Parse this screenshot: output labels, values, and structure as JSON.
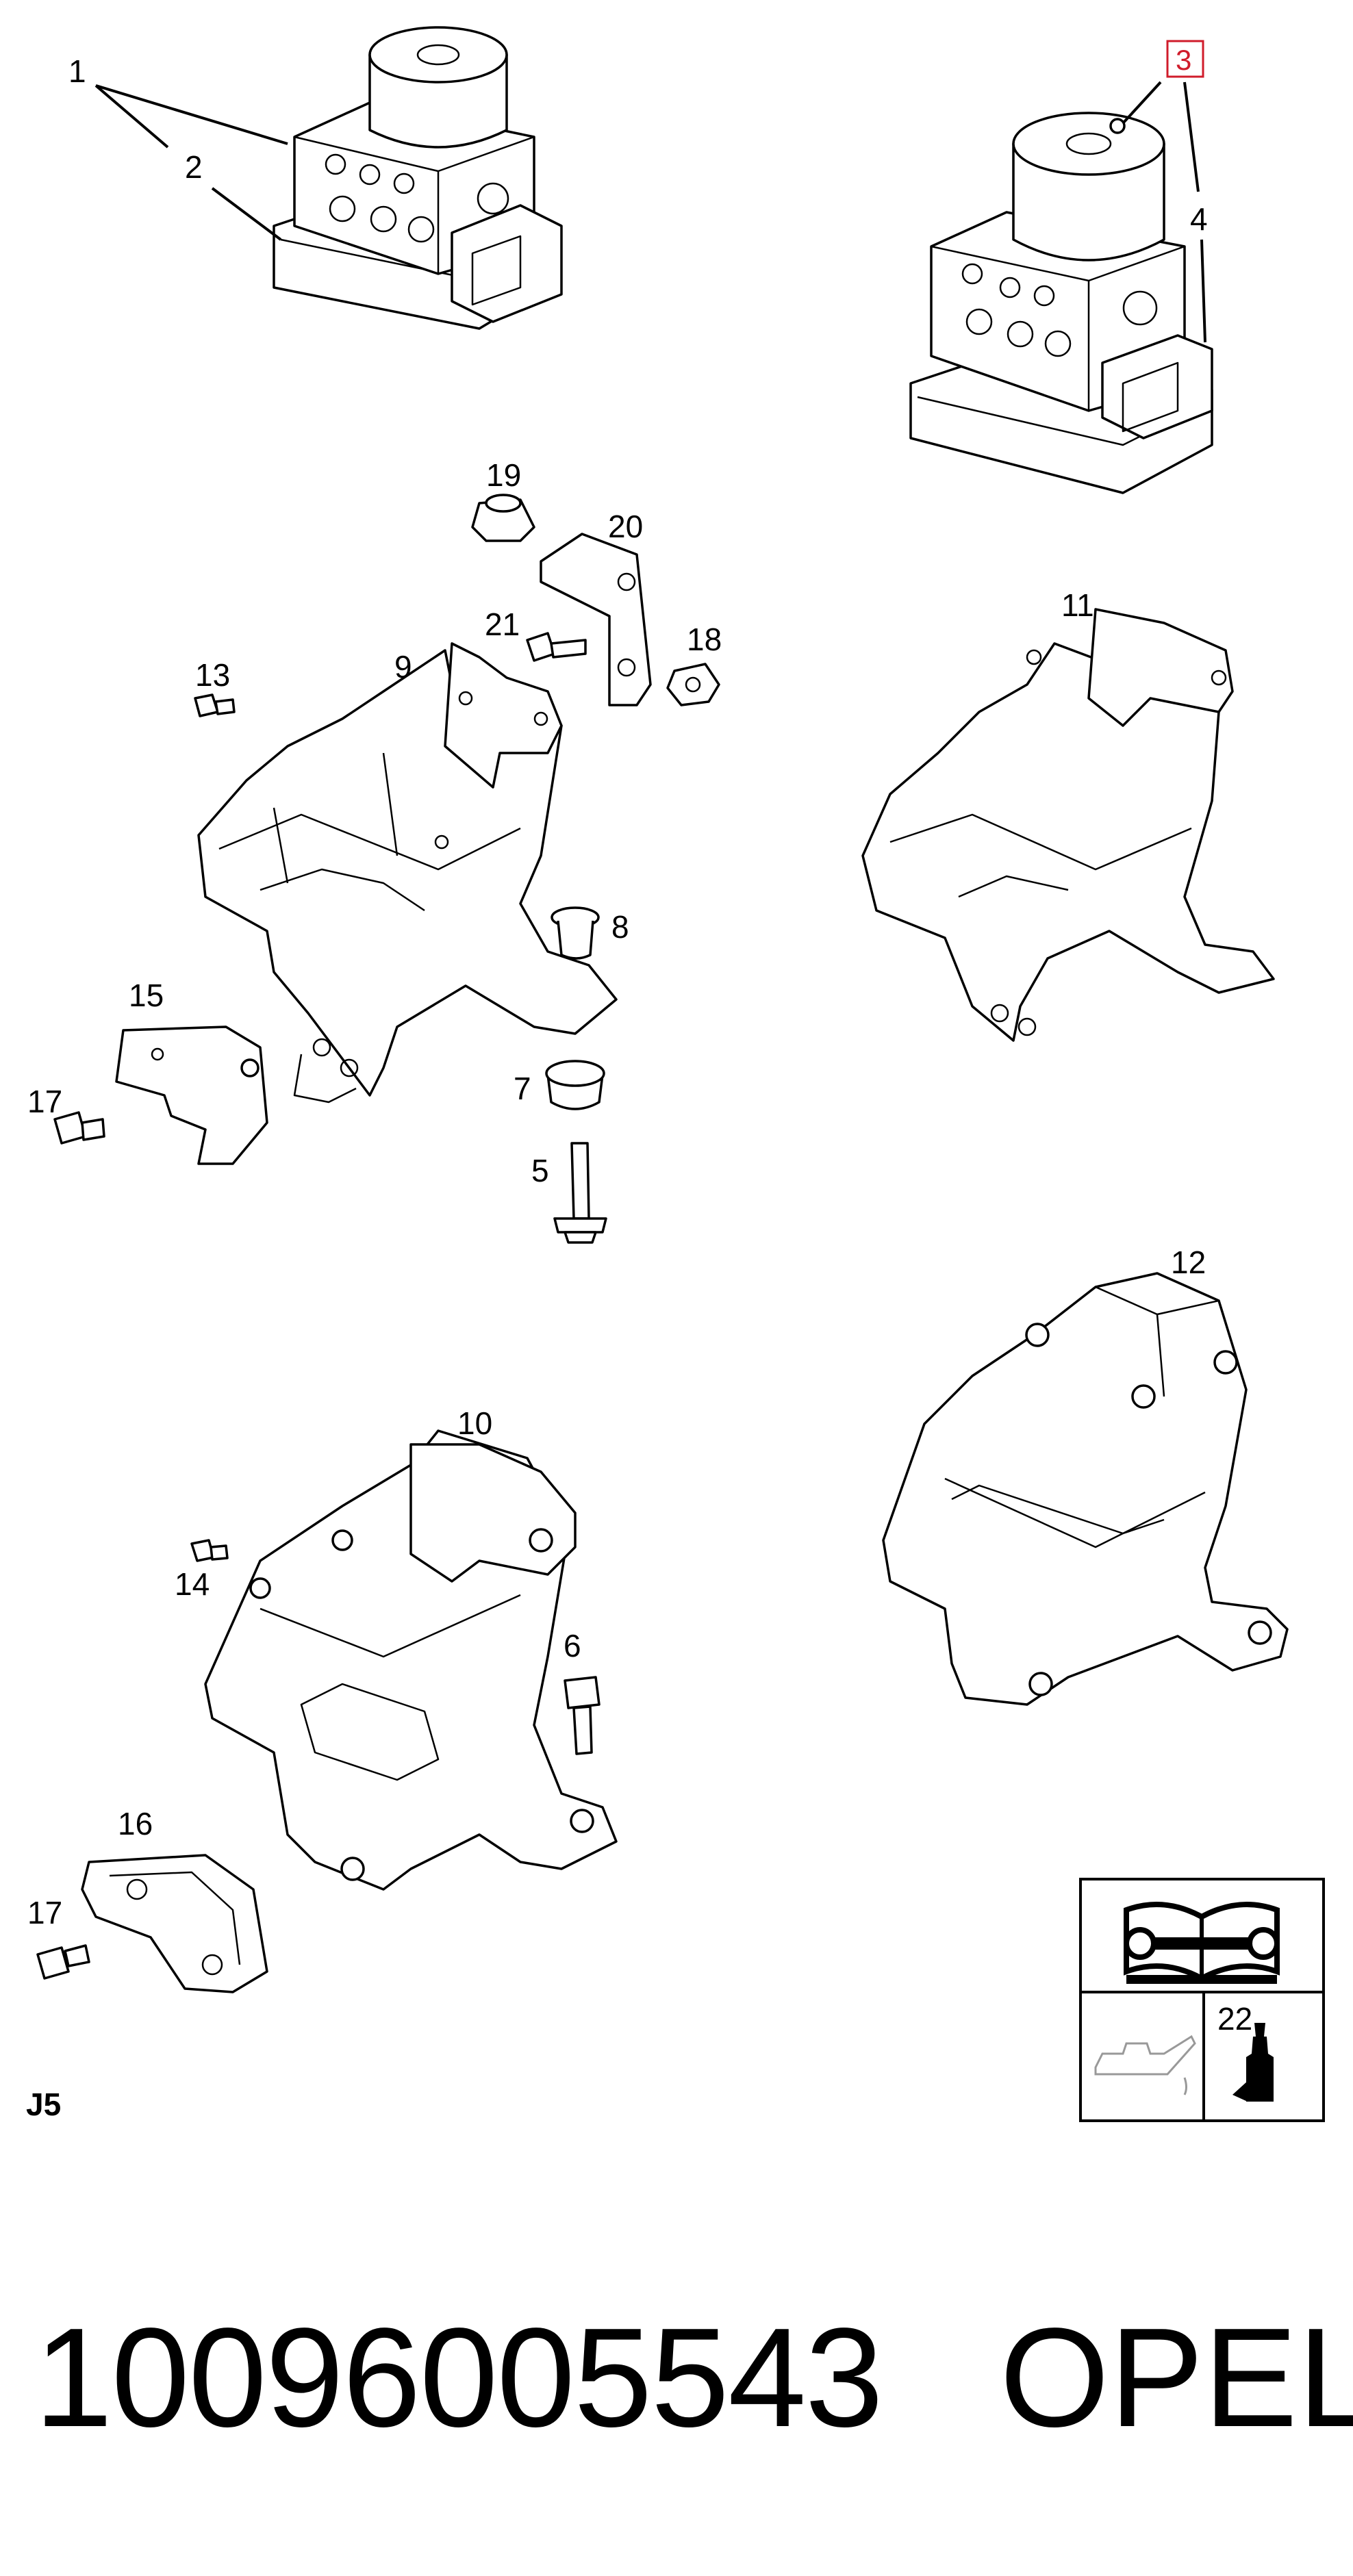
{
  "callouts": {
    "c1": "1",
    "c2": "2",
    "c3": "3",
    "c4": "4",
    "c5": "5",
    "c6": "6",
    "c7": "7",
    "c8": "8",
    "c9": "9",
    "c10": "10",
    "c11": "11",
    "c12": "12",
    "c13": "13",
    "c14": "14",
    "c15": "15",
    "c16": "16",
    "c17a": "17",
    "c17b": "17",
    "c18": "18",
    "c19": "19",
    "c20": "20",
    "c21": "21",
    "c22": "22"
  },
  "highlighted_callout": "3",
  "highlight_color": "#d01c2b",
  "section_code": "J5",
  "footer": {
    "part_number": "10096005543",
    "brand": "OPEL"
  },
  "legend_icons": [
    "manual-book-wrench-icon",
    "oil-can-icon",
    "adhesive-tube-icon"
  ]
}
